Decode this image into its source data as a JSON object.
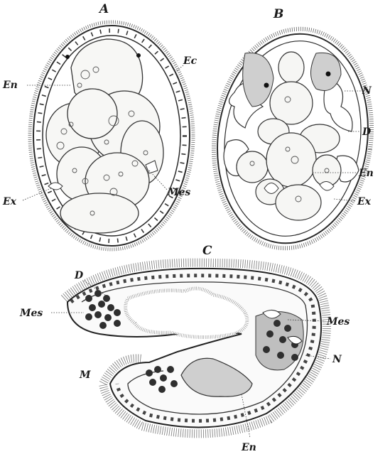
{
  "panels": [
    {
      "id": "A",
      "caption": "A"
    },
    {
      "id": "B",
      "caption": "B"
    },
    {
      "id": "C",
      "caption": "C"
    }
  ],
  "labels": {
    "A_En": "En",
    "A_Ec": "Ec",
    "A_Ex": "Ex",
    "A_Mes": "Mes",
    "B_N": "N",
    "B_D": "D",
    "B_En": "En",
    "B_Ex": "Ex",
    "C_D": "D",
    "C_Mes_left": "Mes",
    "C_Mes_right": "Mes",
    "C_N": "N",
    "C_M": "M",
    "C_En": "En"
  },
  "colors": {
    "ink": "#2a2a2a",
    "paper": "#ffffff",
    "stipple": "#555555"
  }
}
